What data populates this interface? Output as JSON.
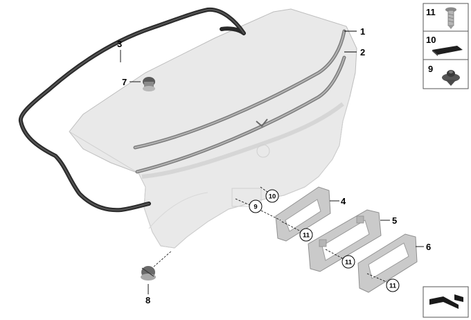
{
  "diagram": {
    "callouts": [
      "1",
      "2",
      "3",
      "4",
      "5",
      "6",
      "7",
      "8"
    ],
    "circled_refs": [
      "10",
      "9",
      "11",
      "11",
      "11"
    ],
    "legend": [
      {
        "number": "11",
        "icon": "screw-icon"
      },
      {
        "number": "10",
        "icon": "foam-pad-icon"
      },
      {
        "number": "9",
        "icon": "grommet-icon"
      }
    ],
    "nav_icon": "navigation-arrow-icon",
    "colors": {
      "part_fill": "#e6e6e6",
      "trim": "#8c8c8c",
      "seal": "#2a2a2a",
      "bracket": "#c9c9c9"
    }
  }
}
